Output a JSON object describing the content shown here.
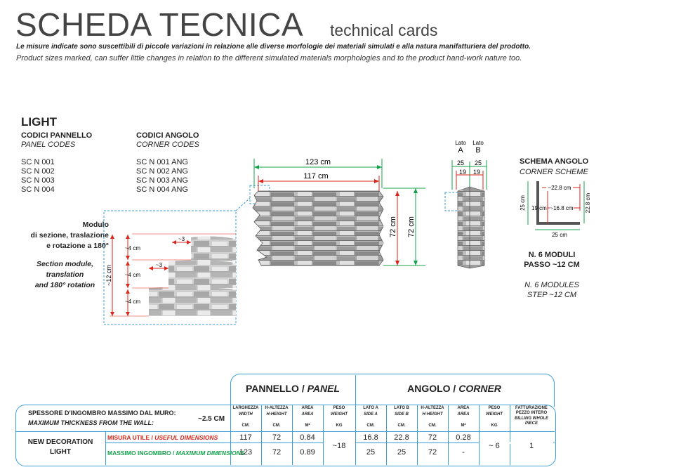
{
  "header": {
    "title": "SCHEDA TECNICA",
    "subtitle": "technical cards",
    "note_it": "Le misure indicate sono suscettibili di piccole variazioni in relazione alle diverse morfologie dei materiali simulati e alla natura manifatturiera del prodotto.",
    "note_en": "Product  sizes marked, can suffer little changes in relation to the different simulated materials morphologies and to the product hand-work nature too."
  },
  "product": {
    "name": "LIGHT",
    "panel_codes_title_it": "CODICI PANNELLO",
    "panel_codes_title_en": "PANEL CODES",
    "panel_codes": [
      "SC N 001",
      "SC N 002",
      "SC N 003",
      "SC N 004"
    ],
    "corner_codes_title_it": "CODICI ANGOLO",
    "corner_codes_title_en": "CORNER CODES",
    "corner_codes": [
      "SC N 001  ANG",
      "SC N 002  ANG",
      "SC N 003  ANG",
      "SC N 004  ANG"
    ]
  },
  "module": {
    "it_lines": [
      "Modulo",
      "di sezione, traslazione",
      "e rotazione a 180°"
    ],
    "en_lines": [
      "Section module,",
      "translation",
      "and 180° rotation"
    ],
    "dims": {
      "offset1": "~3",
      "offset2": "~3",
      "row": "~4 cm",
      "total": "~12 cm"
    }
  },
  "panel_drawing": {
    "width_total": "123 cm",
    "width_useful": "117 cm",
    "height_1": "72 cm",
    "height_2": "72 cm"
  },
  "corner_drawing": {
    "side_a_label": "Lato",
    "side_a": "A",
    "side_b_label": "Lato",
    "side_b": "B",
    "a_total": "25",
    "b_total": "25",
    "a_useful": "19",
    "b_useful": "19"
  },
  "corner_scheme": {
    "title_it": "SCHEMA ANGOLO",
    "title_en": "CORNER SCHEME",
    "d_228_top": "~22.8 cm",
    "d_168": "~16.8 cm",
    "d_19": "19 cm",
    "d_25_left": "25 cm",
    "d_25_bottom": "25 cm",
    "d_228_right": "22.8 cm",
    "modules_it_lines": [
      "N. 6 MODULI",
      "PASSO ~12 CM"
    ],
    "modules_en_lines": [
      "N. 6 MODULES",
      "STEP ~12 CM"
    ]
  },
  "table": {
    "panel_header_it": "PANNELLO /",
    "panel_header_en": "PANEL",
    "corner_header_it": "ANGOLO /",
    "corner_header_en": "CORNER",
    "thickness_it": "SPESSORE D'INGOMBRO MASSIMO DAL MURO:",
    "thickness_en": "MAXIMUM THICKNESS FROM THE WALL:",
    "thickness_value": "~2.5 CM",
    "columns": [
      {
        "it": "LARGHEZZA",
        "en": "WIDTH",
        "unit": "CM."
      },
      {
        "it": "H-ALTEZZA",
        "en": "H-HEIGHT",
        "unit": "CM."
      },
      {
        "it": "AREA",
        "en": "AREA",
        "unit": "M²"
      },
      {
        "it": "PESO",
        "en": "WEIGHT",
        "unit": "KG"
      },
      {
        "it": "LATO A",
        "en": "SIDE A",
        "unit": "CM."
      },
      {
        "it": "LATO B",
        "en": "SIDE B",
        "unit": "CM."
      },
      {
        "it": "H-ALTEZZA",
        "en": "H-HEIGHT",
        "unit": "CM."
      },
      {
        "it": "AREA",
        "en": "AREA",
        "unit": "M²"
      },
      {
        "it": "PESO",
        "en": "WEIGHT",
        "unit": "KG"
      },
      {
        "it": "FATTURAZIONE PEZZO INTERO",
        "en": "BILLING WHOLE PIECE",
        "unit": ""
      }
    ],
    "row_label_1": "NEW DECORATION",
    "row_label_2": "LIGHT",
    "useful_label_it": "MISURA UTILE /",
    "useful_label_en": "USEFUL DIMENSIONS",
    "max_label_it": "MASSIMO INGOMBRO /",
    "max_label_en": "MAXIMUM DIMENSIONS",
    "useful_values": [
      "117",
      "72",
      "0.84",
      "16.8",
      "22.8",
      "72",
      "0.28"
    ],
    "max_values": [
      "123",
      "72",
      "0.89",
      "25",
      "25",
      "72",
      "-"
    ],
    "panel_weight": "~18",
    "corner_weight": "~ 6",
    "billing": "1"
  },
  "colors": {
    "green": "#13a34a",
    "red": "#d9261c",
    "blue": "#3a9fd6",
    "stone_light": "#c9c9c9",
    "stone_dark": "#6d6d6d"
  }
}
